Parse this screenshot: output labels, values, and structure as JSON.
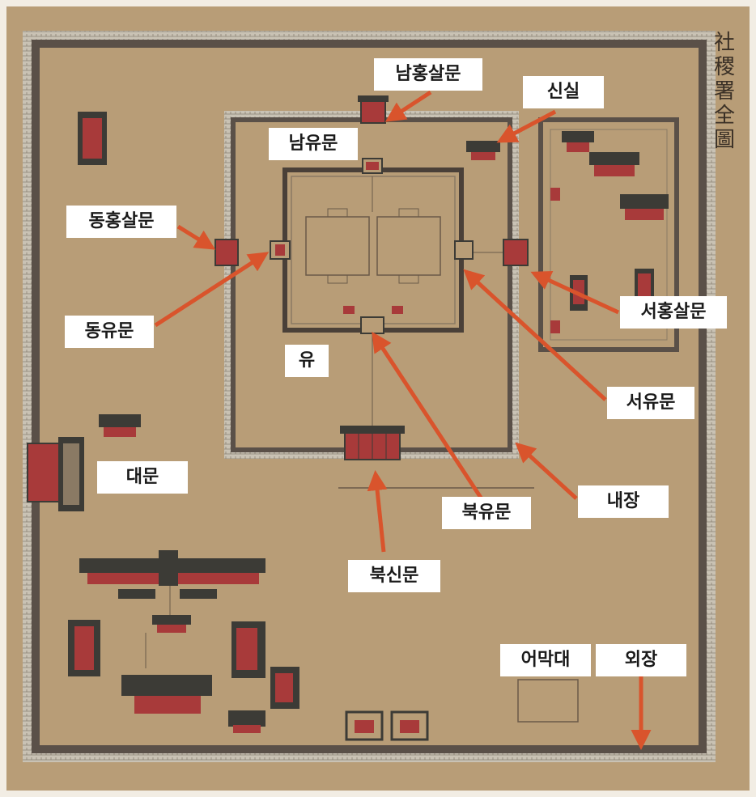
{
  "title": "社稷署全圖",
  "colors": {
    "paper": "#b89d77",
    "wall": "#5a5048",
    "wall_light": "#c9c2b4",
    "roof": "#3c3b36",
    "building": "#a83a3a",
    "arrow": "#d9542c",
    "label_bg": "#ffffff"
  },
  "labels": {
    "nam_hongsal_mun": "남홍살문",
    "sinsil": "신실",
    "nam_yu_mun": "남유문",
    "dong_hongsal_mun": "동홍살문",
    "dong_yu_mun": "동유문",
    "seo_hongsal_mun": "서홍살문",
    "yu": "유",
    "seo_yu_mun": "서유문",
    "daemun": "대문",
    "naejang": "내장",
    "buk_yu_mun": "북유문",
    "buk_sin_mun": "북신문",
    "eomakdae": "어막대",
    "oejang": "외장"
  }
}
